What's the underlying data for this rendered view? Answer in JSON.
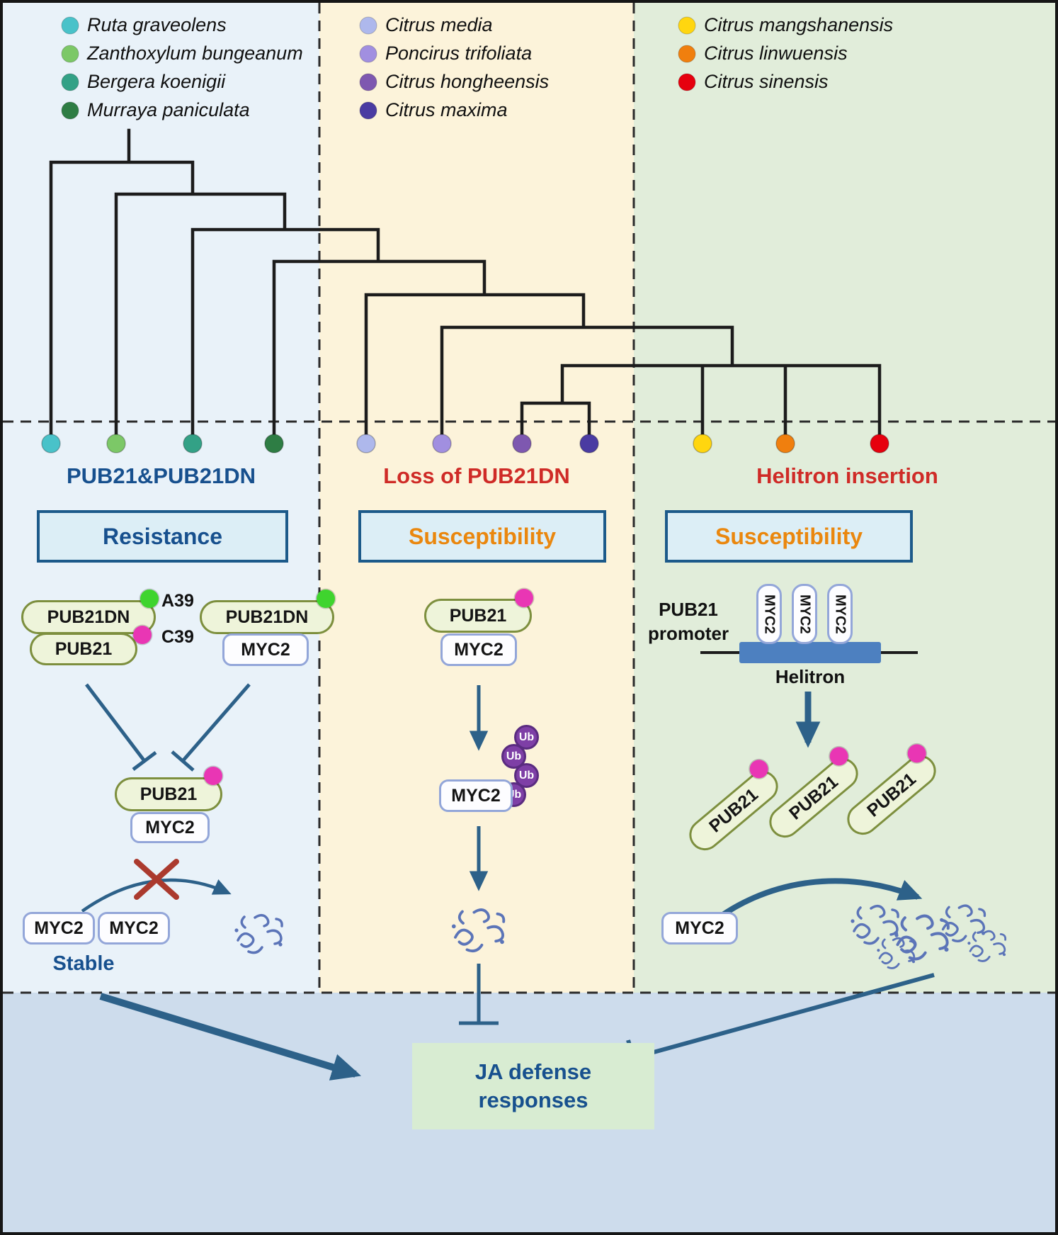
{
  "legend": {
    "left": [
      {
        "label": "Ruta graveolens",
        "color": "#49c2c9"
      },
      {
        "label": "Zanthoxylum bungeanum",
        "color": "#7cc867"
      },
      {
        "label": "Bergera koenigii",
        "color": "#33a186"
      },
      {
        "label": "Murraya paniculata",
        "color": "#2e7d44"
      }
    ],
    "middle": [
      {
        "label": "Citrus media",
        "color": "#aeb8ec"
      },
      {
        "label": "Poncirus trifoliata",
        "color": "#a18fe0"
      },
      {
        "label": "Citrus hongheensis",
        "color": "#7e58b0"
      },
      {
        "label": "Citrus maxima",
        "color": "#4a3ba2"
      }
    ],
    "right": [
      {
        "label": "Citrus mangshanensis",
        "color": "#ffd60f"
      },
      {
        "label": "Citrus linwuensis",
        "color": "#f07f0e"
      },
      {
        "label": "Citrus sinensis",
        "color": "#e6000e"
      }
    ]
  },
  "panels": {
    "left": {
      "title": "PUB21&PUB21DN",
      "box_label": "Resistance",
      "site_a39": "A39",
      "site_c39": "C39",
      "stable_label": "Stable"
    },
    "middle": {
      "title": "Loss of PUB21DN",
      "box_label": "Susceptibility"
    },
    "right": {
      "title": "Helitron insertion",
      "box_label": "Susceptibility",
      "promoter_line1": "PUB21",
      "promoter_line2": "promoter",
      "helitron_label": "Helitron"
    }
  },
  "proteins": {
    "pub21": "PUB21",
    "pub21dn": "PUB21DN",
    "myc2": "MYC2",
    "ub": "Ub"
  },
  "footer": {
    "ja_line1": "JA defense",
    "ja_line2": "responses"
  },
  "colors": {
    "magenta_dot": "#e936b4",
    "green_dot": "#3fd42e",
    "ub_fill": "#7e3fa6",
    "helitron_bar": "#4d80c0",
    "arrow_blue": "#2d6189",
    "squiggle_blue": "#5b74b8",
    "red_x": "#ab3a2e",
    "resistance_text": "#17508e",
    "susceptibility_text": "#ea870e",
    "title_red": "#cf2b27",
    "tree_line": "#1c1c1c"
  }
}
